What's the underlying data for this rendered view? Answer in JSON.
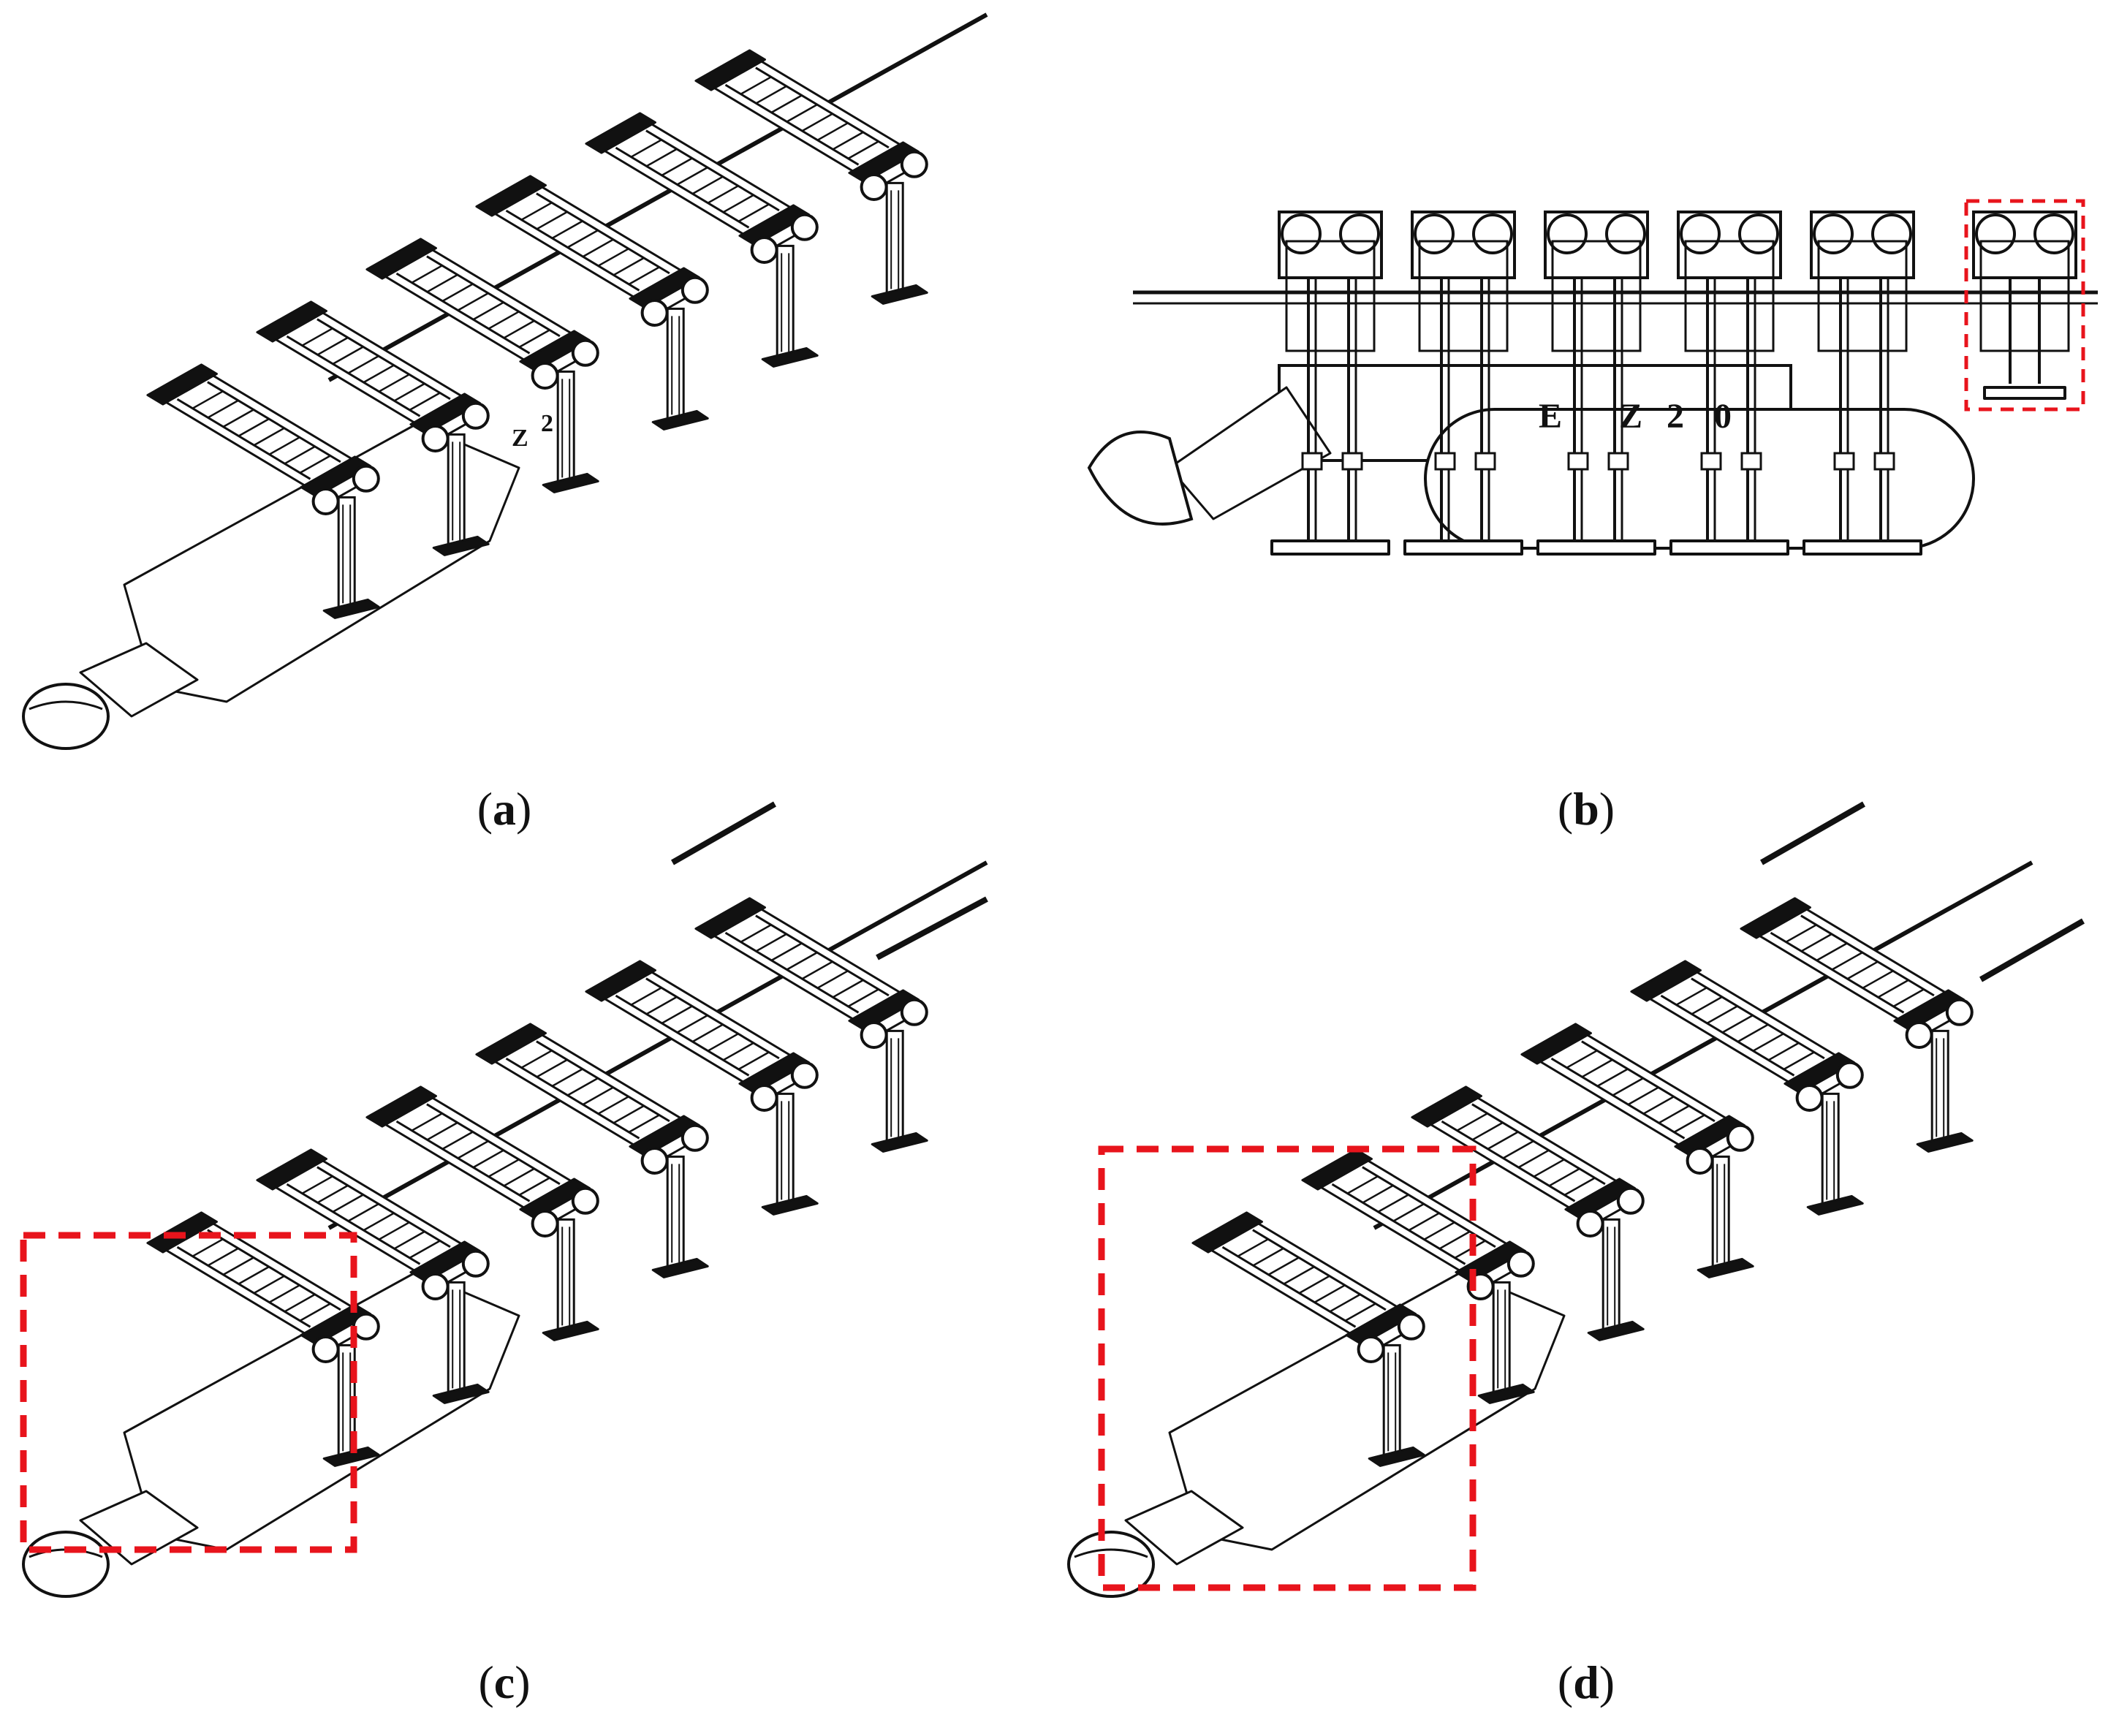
{
  "captions": {
    "a": "a",
    "b": "b",
    "c": "c",
    "d": "d"
  },
  "body_label": {
    "side_view_letters": [
      "E",
      "Z",
      "2",
      "0"
    ],
    "iso_view_letters": [
      "Z",
      "2"
    ]
  },
  "colors": {
    "line": "#111111",
    "highlight": "#e8141c",
    "background": "#ffffff"
  },
  "panels": {
    "a": {
      "view": "isometric",
      "leg_modules": 6
    },
    "b": {
      "view": "side",
      "leg_modules": 6,
      "highlighted_module": "tail"
    },
    "c": {
      "view": "isometric",
      "leg_modules": 6,
      "highlighted_module": "head"
    },
    "d": {
      "view": "isometric",
      "leg_modules": 6,
      "highlighted_module": "head-pair"
    }
  }
}
